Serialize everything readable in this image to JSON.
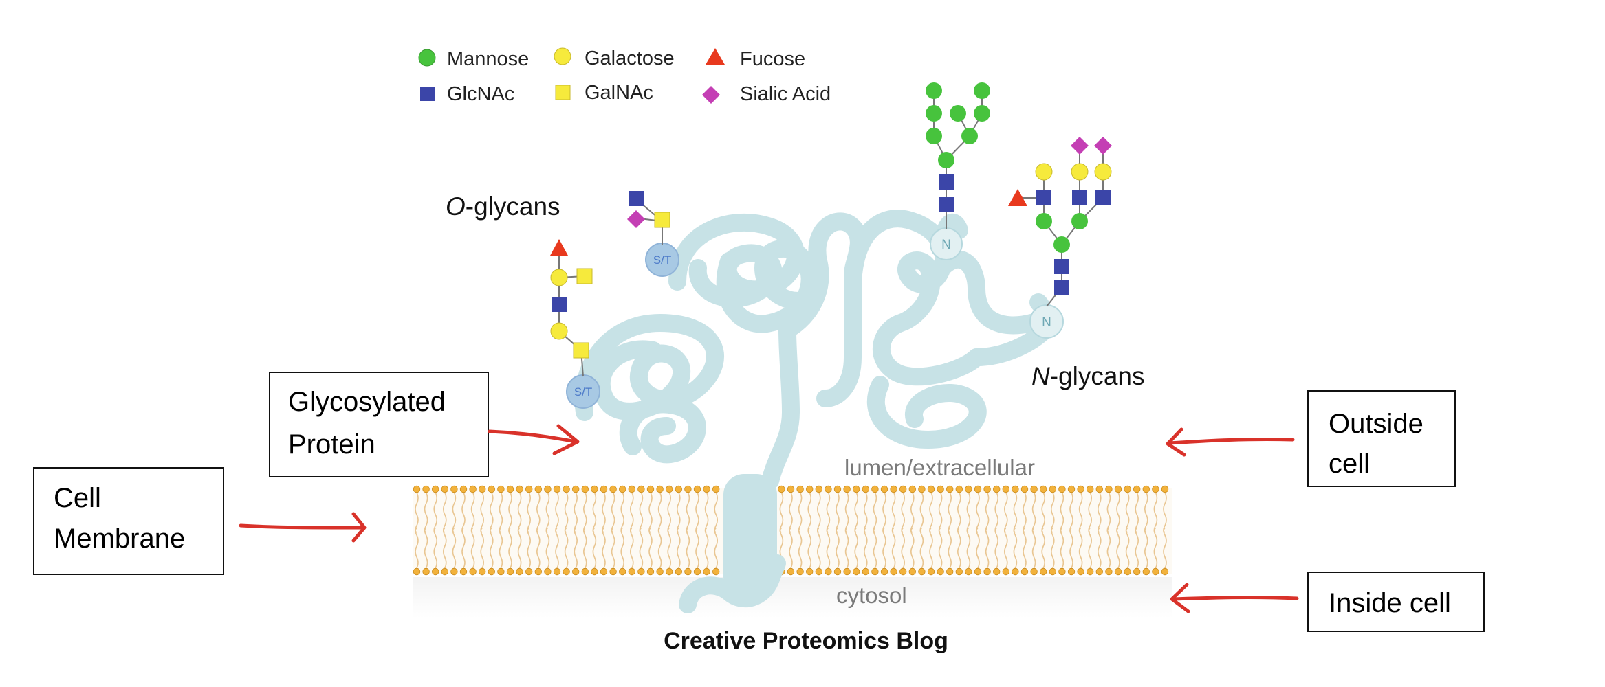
{
  "legend": {
    "items": [
      {
        "label": "Mannose",
        "shape": "circle",
        "color": "#47c33d"
      },
      {
        "label": "Galactose",
        "shape": "circle",
        "color": "#f6ea3c"
      },
      {
        "label": "Fucose",
        "shape": "triangle",
        "color": "#e8391e"
      },
      {
        "label": "GlcNAc",
        "shape": "square",
        "color": "#3b45a8"
      },
      {
        "label": "GalNAc",
        "shape": "square",
        "color": "#f6ea3c"
      },
      {
        "label": "Sialic Acid",
        "shape": "diamond",
        "color": "#c43fb4"
      }
    ]
  },
  "labels": {
    "o_glycans_prefix": "O",
    "o_glycans_rest": "-glycans",
    "n_glycans_prefix": "N",
    "n_glycans_rest": "-glycans",
    "lumen": "lumen/extracellular",
    "cytosol": "cytosol",
    "site_st": "S/T",
    "site_n": "N",
    "footer": "Creative Proteomics Blog"
  },
  "boxes": {
    "glycosylated_protein": [
      "Glycosylated",
      "Protein"
    ],
    "cell_membrane": [
      "Cell",
      "Membrane"
    ],
    "outside_cell": [
      "Outside",
      "cell"
    ],
    "inside_cell": [
      "Inside cell"
    ]
  },
  "colors": {
    "protein": "#c7e2e6",
    "membrane_head": "#f2b23c",
    "membrane_tail": "#e9c692",
    "arrow": "#d9322a",
    "site_st_fill": "#a8c9e4",
    "site_n_fill": "#e2f0f2"
  }
}
